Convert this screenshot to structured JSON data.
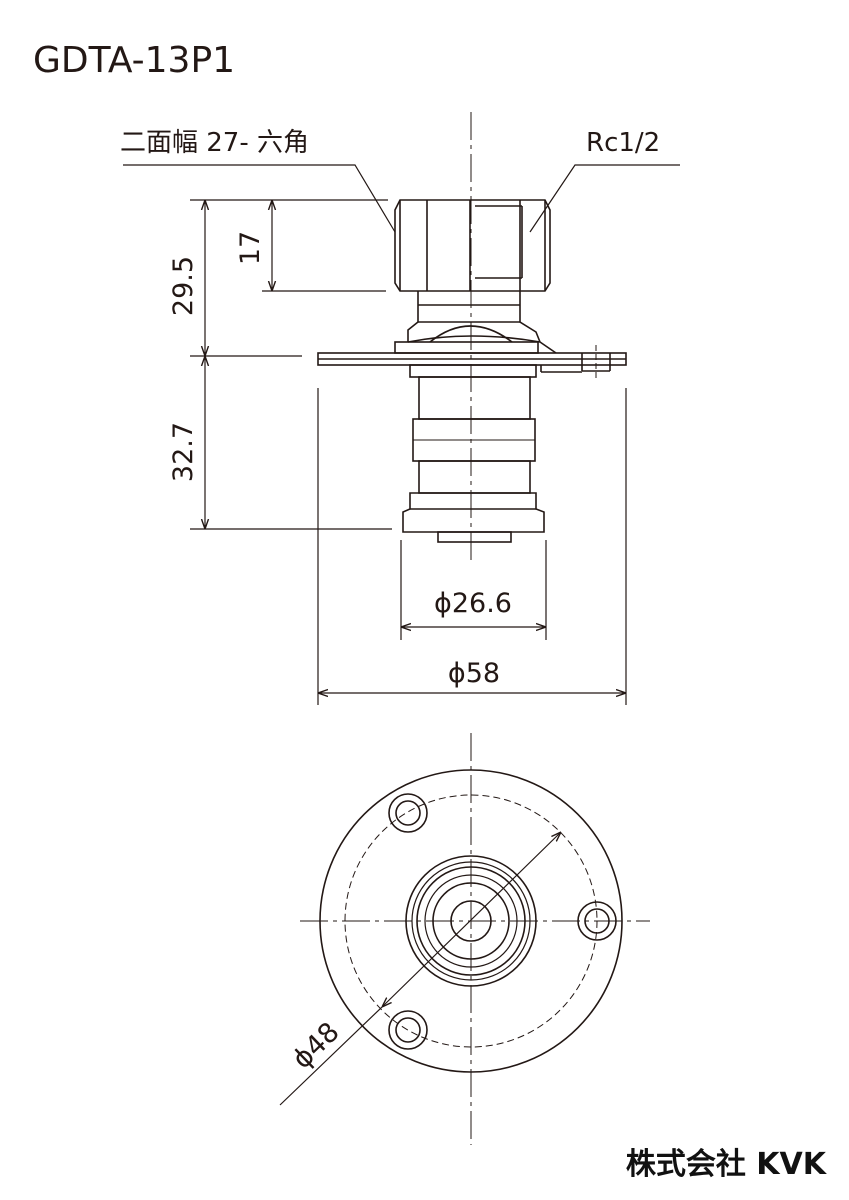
{
  "drawing": {
    "model": "GDTA-13P1",
    "labels": {
      "hex_width": "二面幅 27- 六角",
      "thread": "Rc1/2"
    },
    "dimensions": {
      "total_upper_height": "29.5",
      "hex_height": "17",
      "lower_height": "32.7",
      "body_diameter": "ϕ26.6",
      "flange_diameter": "ϕ58",
      "bolt_circle_diameter": "ϕ48"
    },
    "manufacturer": "株式会社 KVK"
  }
}
